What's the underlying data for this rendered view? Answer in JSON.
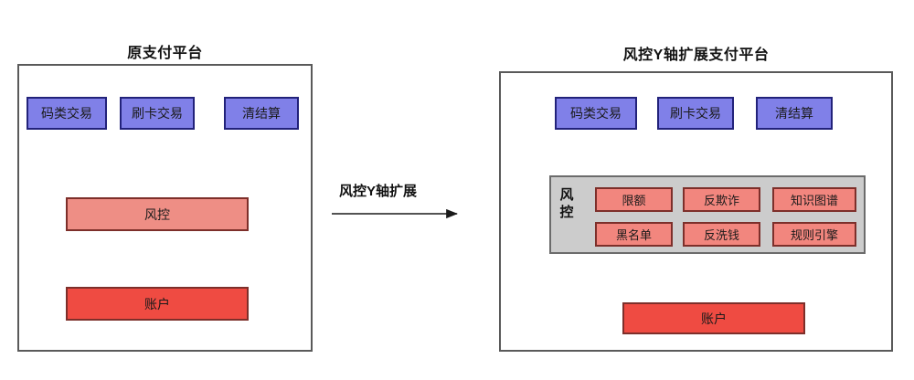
{
  "diagram": {
    "left_panel": {
      "title": "原支付平台",
      "sources": [
        {
          "label": "码类交易"
        },
        {
          "label": "刷卡交易"
        },
        {
          "label": "清结算"
        }
      ],
      "risk_control": {
        "label": "风控"
      },
      "account": {
        "label": "账户"
      }
    },
    "transition": {
      "label": "风控Y轴扩展",
      "arrow": "right-arrow-icon"
    },
    "right_panel": {
      "title": "风控Y轴扩展支付平台",
      "sources": [
        {
          "label": "码类交易"
        },
        {
          "label": "刷卡交易"
        },
        {
          "label": "清结算"
        }
      ],
      "risk_control_group": {
        "label": "风控",
        "label_chars": [
          "风",
          "控"
        ],
        "modules_row1": [
          {
            "label": "限额"
          },
          {
            "label": "反欺诈"
          },
          {
            "label": "知识图谱"
          }
        ],
        "modules_row2": [
          {
            "label": "黑名单"
          },
          {
            "label": "反洗钱"
          },
          {
            "label": "规则引擎"
          }
        ]
      },
      "account": {
        "label": "账户"
      }
    },
    "colors": {
      "source_fill": "#8080e8",
      "source_border": "#22227a",
      "risk_fill": "#ee8e85",
      "module_fill": "#f2867e",
      "account_fill": "#ef4b42",
      "node_border": "#7d2f2a",
      "group_fill": "#cccccc",
      "group_border": "#6b6b6b",
      "panel_border": "#5a5a5a",
      "edge": "#1a1a1a",
      "background": "#ffffff"
    }
  }
}
